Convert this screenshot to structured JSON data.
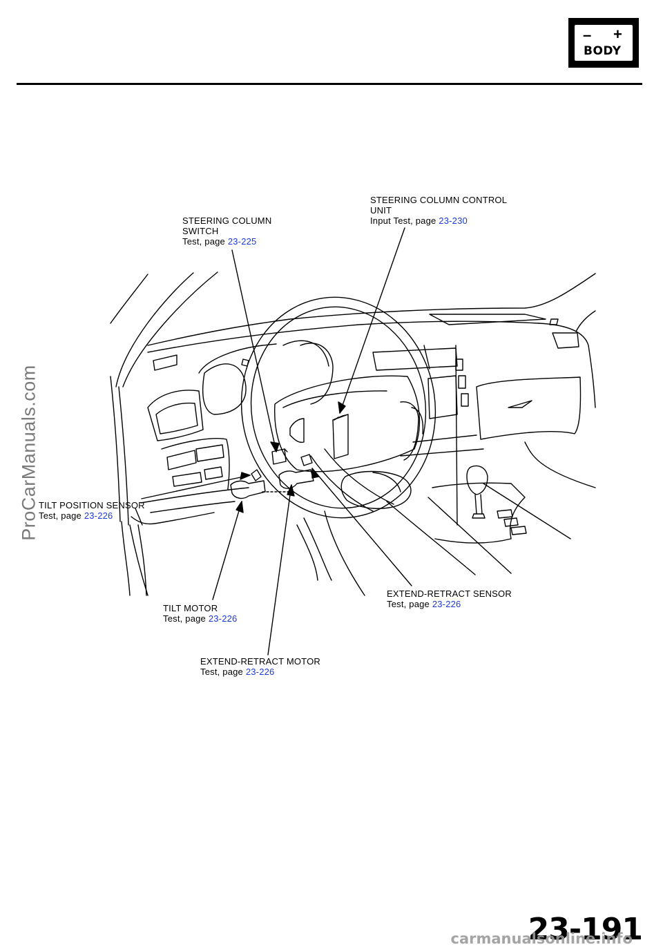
{
  "header": {
    "badge": {
      "minus": "–",
      "plus": "+",
      "word": "BODY",
      "icon": "battery-icon"
    }
  },
  "watermark": "ProCarManuals.com",
  "labels": {
    "steering_column_switch": {
      "line1": "STEERING  COLUMN",
      "line2": "SWITCH",
      "test_prefix": "Test,  page ",
      "page": "23-225"
    },
    "steering_column_control_unit": {
      "line1": "STEERING  COLUMN  CONTROL",
      "line2": "UNIT",
      "test_prefix": "Input  Test,  page ",
      "page": "23-230"
    },
    "tilt_position_sensor": {
      "line1": "TILT POSITION SENSOR",
      "test_prefix": "Test,  page ",
      "page": "23-226"
    },
    "tilt_motor": {
      "line1": "TILT  MOTOR",
      "test_prefix": "Test,  page ",
      "page": "23-226"
    },
    "extend_retract_sensor": {
      "line1": "EXTEND-RETRACT SENSOR",
      "test_prefix": "Test,  page ",
      "page": "23-226"
    },
    "extend_retract_motor": {
      "line1": "EXTEND-RETRACT MOTOR",
      "test_prefix": "Test,  page ",
      "page": "23-226"
    }
  },
  "page_number": "23-191",
  "footer_watermark": "carmanualsonline.info",
  "colors": {
    "link": "#1c39d9",
    "ink": "#000000",
    "watermark": "#7a7a7a"
  }
}
